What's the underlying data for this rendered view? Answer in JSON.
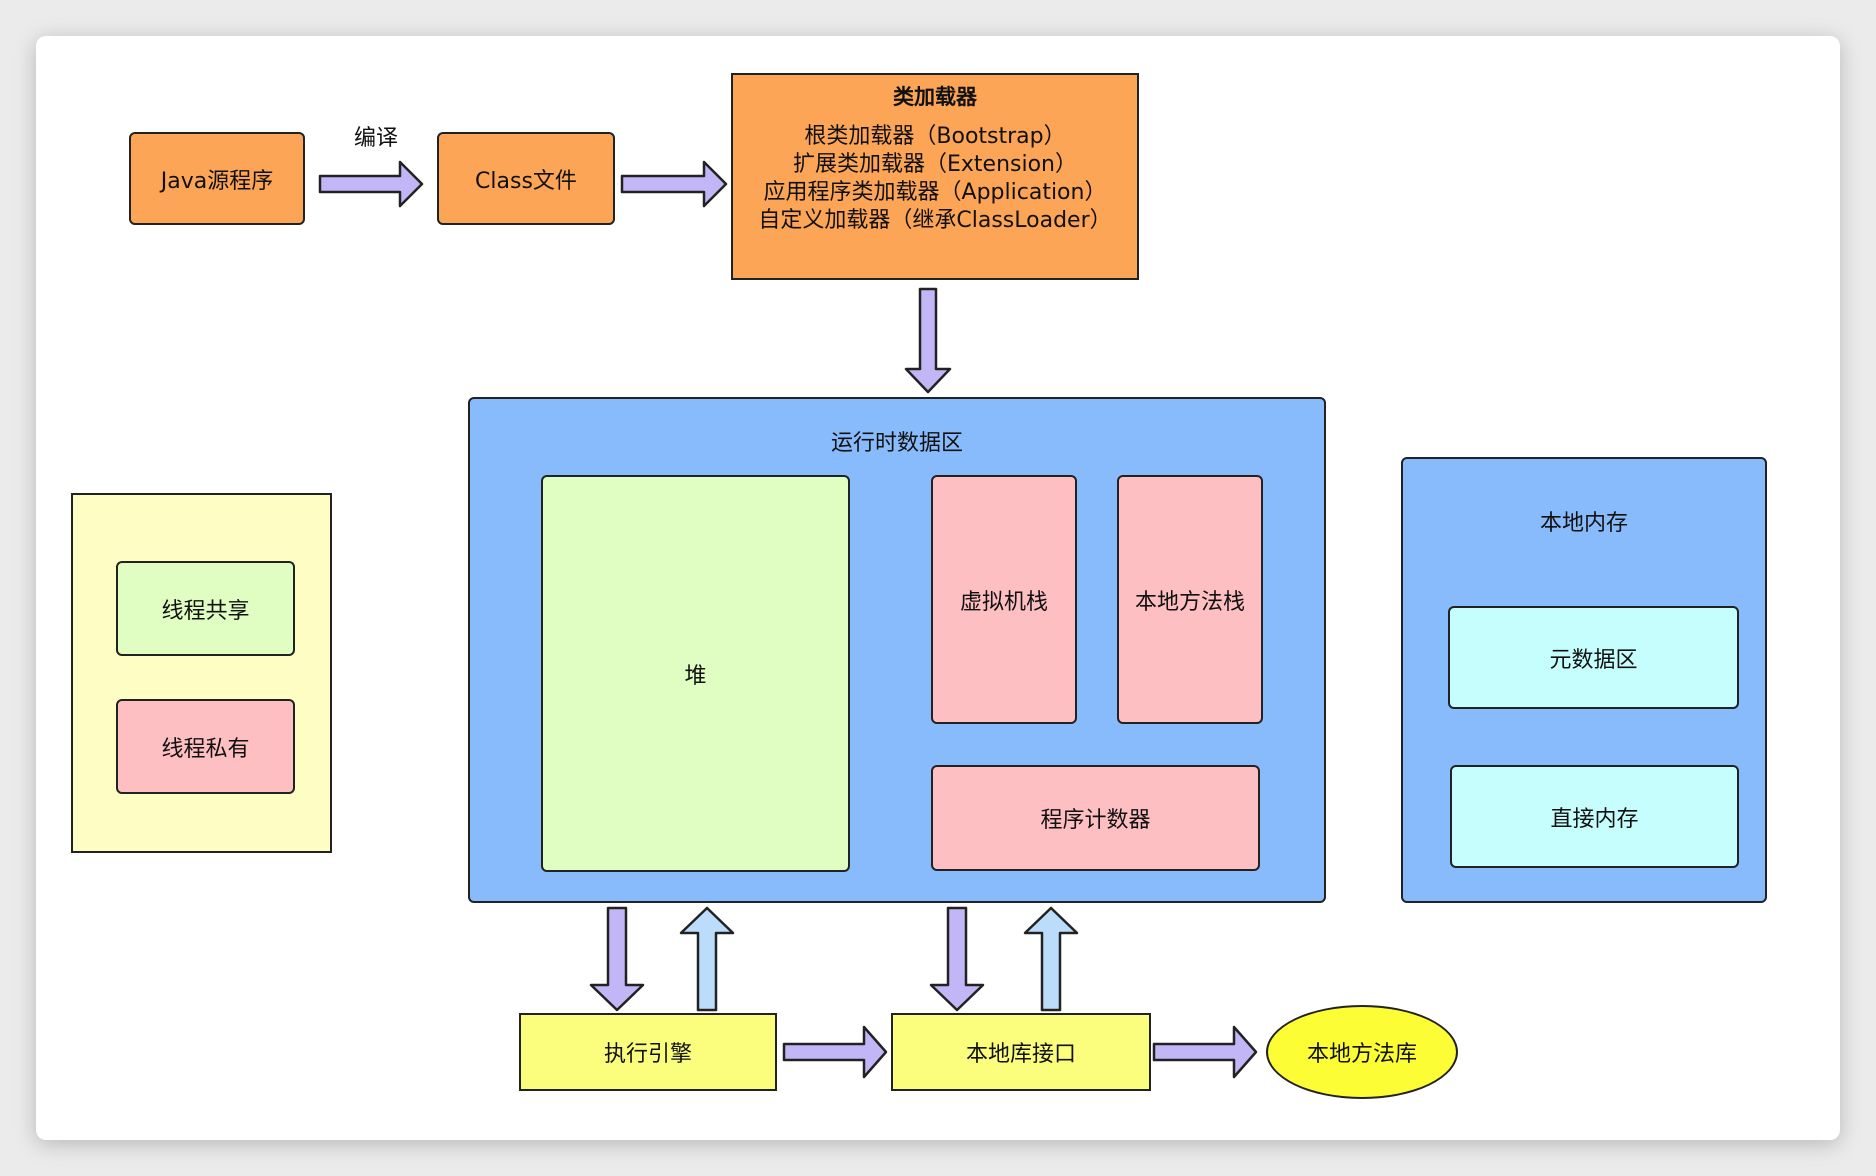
{
  "nodes": {
    "java_source": "Java源程序",
    "compile_label": "编译",
    "class_file": "Class文件",
    "class_loader": {
      "title": "类加载器",
      "lines": [
        "根类加载器（Bootstrap）",
        "扩展类加载器（Extension）",
        "应用程序类加载器（Application）",
        "自定义加载器（继承ClassLoader）"
      ]
    },
    "runtime_area": {
      "title": "运行时数据区",
      "heap": "堆",
      "vm_stack": "虚拟机栈",
      "native_method_stack": "本地方法栈",
      "program_counter": "程序计数器"
    },
    "native_memory": {
      "title": "本地内存",
      "metaspace": "元数据区",
      "direct_memory": "直接内存"
    },
    "legend": {
      "shared": "线程共享",
      "private": "线程私有"
    },
    "execution_engine": "执行引擎",
    "native_interface": "本地库接口",
    "native_library": "本地方法库"
  },
  "colors": {
    "loader": "#fda556",
    "runtime": "#88bbfc",
    "shared": "#e1fec2",
    "private": "#febfc2",
    "interface": "#fbfd7c",
    "library": "#fdfd35",
    "native_inner": "#c6fefe",
    "legend_bg": "#fefdc4",
    "arrow_down": "#c3b6f7",
    "arrow_up": "#bcdcfc"
  }
}
